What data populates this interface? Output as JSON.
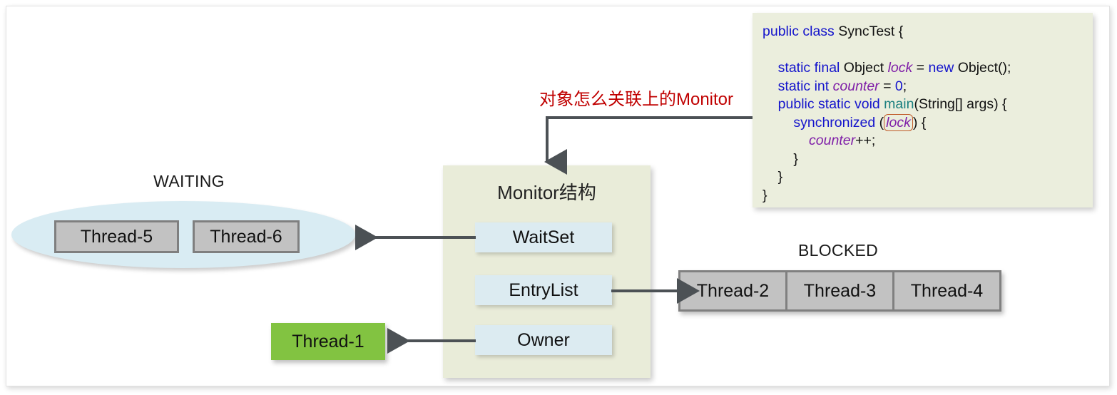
{
  "diagram": {
    "waiting": {
      "label": "WAITING",
      "threads": [
        "Thread-5",
        "Thread-6"
      ]
    },
    "blocked": {
      "label": "BLOCKED",
      "threads": [
        "Thread-2",
        "Thread-3",
        "Thread-4"
      ]
    },
    "owner_thread": "Thread-1",
    "monitor": {
      "title": "Monitor结构",
      "fields": [
        "WaitSet",
        "EntryList",
        "Owner"
      ]
    },
    "annotation": "对象怎么关联上的Monitor",
    "code": {
      "lines": [
        {
          "tokens": [
            {
              "t": "public class ",
              "c": "kw"
            },
            {
              "t": "SyncTest {",
              "c": "typ"
            }
          ]
        },
        {
          "tokens": []
        },
        {
          "tokens": [
            {
              "t": "    ",
              "c": "typ"
            },
            {
              "t": "static final ",
              "c": "kw"
            },
            {
              "t": "Object ",
              "c": "typ"
            },
            {
              "t": "lock",
              "c": "var"
            },
            {
              "t": " = ",
              "c": "typ"
            },
            {
              "t": "new ",
              "c": "kw"
            },
            {
              "t": "Object();",
              "c": "typ"
            }
          ]
        },
        {
          "tokens": [
            {
              "t": "    ",
              "c": "typ"
            },
            {
              "t": "static int ",
              "c": "kw"
            },
            {
              "t": "counter",
              "c": "var"
            },
            {
              "t": " = ",
              "c": "typ"
            },
            {
              "t": "0",
              "c": "num"
            },
            {
              "t": ";",
              "c": "typ"
            }
          ]
        },
        {
          "tokens": [
            {
              "t": "    ",
              "c": "typ"
            },
            {
              "t": "public static void ",
              "c": "kw"
            },
            {
              "t": "main",
              "c": "mth"
            },
            {
              "t": "(String[] args) {",
              "c": "typ"
            }
          ]
        },
        {
          "tokens": [
            {
              "t": "        ",
              "c": "typ"
            },
            {
              "t": "synchronized ",
              "c": "kw"
            },
            {
              "t": "(",
              "c": "typ"
            },
            {
              "t": "lock",
              "c": "lockhl"
            },
            {
              "t": ") {",
              "c": "typ"
            }
          ]
        },
        {
          "tokens": [
            {
              "t": "            ",
              "c": "typ"
            },
            {
              "t": "counter",
              "c": "var"
            },
            {
              "t": "++;",
              "c": "typ"
            }
          ]
        },
        {
          "tokens": [
            {
              "t": "        }",
              "c": "typ"
            }
          ]
        },
        {
          "tokens": [
            {
              "t": "    }",
              "c": "typ"
            }
          ]
        },
        {
          "tokens": [
            {
              "t": "}",
              "c": "typ"
            }
          ]
        }
      ]
    },
    "colors": {
      "waiting_ellipse": "#d9ecf3",
      "thread_grey": "#c2c2c2",
      "thread_grey_border": "#7f7f7f",
      "owner_green": "#82c341",
      "monitor_bg": "#e9ecd9",
      "monitor_field_bg": "#dcebf1",
      "code_bg": "#ebeedd",
      "annotation_red": "#c00000",
      "arrow_grey": "#4c5155",
      "lock_highlight_border": "#c05a28"
    }
  }
}
